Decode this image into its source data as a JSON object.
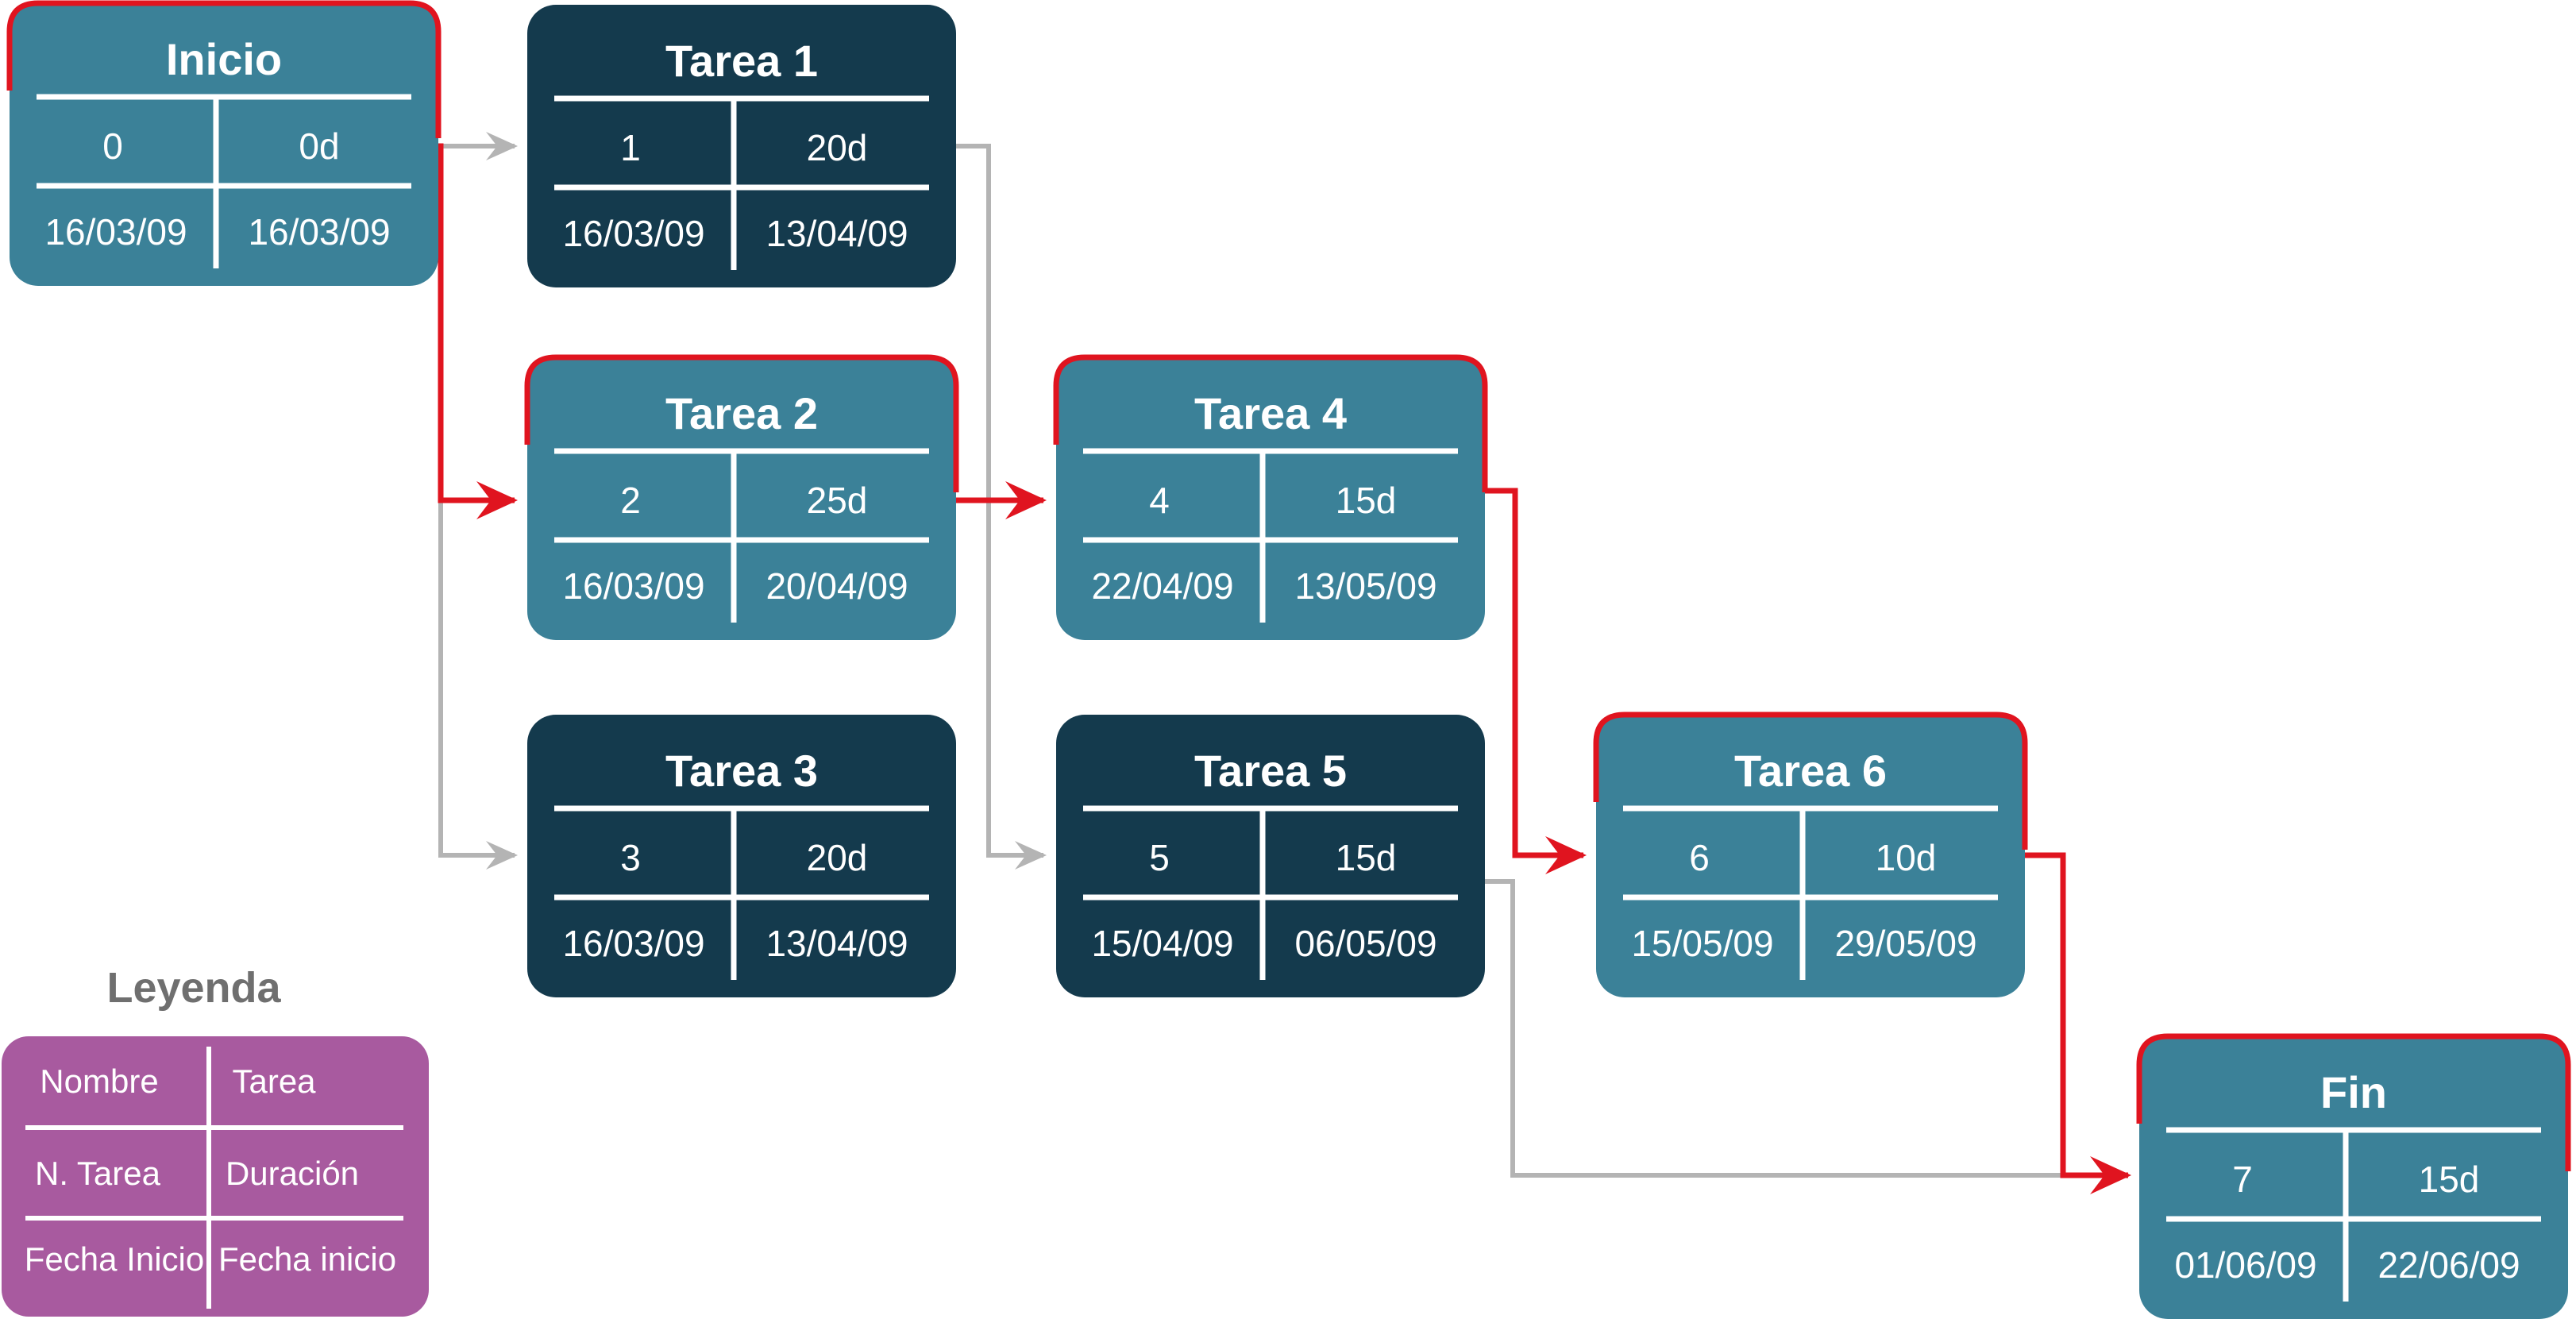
{
  "colors": {
    "critical_node": "#3b8198",
    "normal_node": "#143a4d",
    "critical_edge": "#e0141f",
    "normal_edge": "#b4b4b4",
    "legend_bg": "#a85a9f",
    "divider": "#ffffff"
  },
  "nodes": [
    {
      "id": "inicio",
      "title": "Inicio",
      "number": "0",
      "duration": "0d",
      "start": "16/03/09",
      "end": "16/03/09",
      "critical": true
    },
    {
      "id": "tarea1",
      "title": "Tarea 1",
      "number": "1",
      "duration": "20d",
      "start": "16/03/09",
      "end": "13/04/09",
      "critical": false
    },
    {
      "id": "tarea2",
      "title": "Tarea 2",
      "number": "2",
      "duration": "25d",
      "start": "16/03/09",
      "end": "20/04/09",
      "critical": true
    },
    {
      "id": "tarea3",
      "title": "Tarea 3",
      "number": "3",
      "duration": "20d",
      "start": "16/03/09",
      "end": "13/04/09",
      "critical": false
    },
    {
      "id": "tarea4",
      "title": "Tarea 4",
      "number": "4",
      "duration": "15d",
      "start": "22/04/09",
      "end": "13/05/09",
      "critical": true
    },
    {
      "id": "tarea5",
      "title": "Tarea 5",
      "number": "5",
      "duration": "15d",
      "start": "15/04/09",
      "end": "06/05/09",
      "critical": false
    },
    {
      "id": "tarea6",
      "title": "Tarea 6",
      "number": "6",
      "duration": "10d",
      "start": "15/05/09",
      "end": "29/05/09",
      "critical": true
    },
    {
      "id": "fin",
      "title": "Fin",
      "number": "7",
      "duration": "15d",
      "start": "01/06/09",
      "end": "22/06/09",
      "critical": true
    }
  ],
  "edges": [
    {
      "from": "inicio",
      "to": "tarea1",
      "critical": false
    },
    {
      "from": "inicio",
      "to": "tarea2",
      "critical": true
    },
    {
      "from": "inicio",
      "to": "tarea3",
      "critical": false
    },
    {
      "from": "tarea1",
      "to": "tarea5",
      "critical": false
    },
    {
      "from": "tarea2",
      "to": "tarea4",
      "critical": true
    },
    {
      "from": "tarea4",
      "to": "tarea6",
      "critical": true
    },
    {
      "from": "tarea5",
      "to": "fin",
      "critical": false
    },
    {
      "from": "tarea6",
      "to": "fin",
      "critical": true
    }
  ],
  "legend": {
    "title": "Leyenda",
    "cells": [
      [
        "Nombre",
        "Tarea"
      ],
      [
        "N. Tarea",
        "Duración"
      ],
      [
        "Fecha Inicio",
        "Fecha inicio"
      ]
    ]
  }
}
